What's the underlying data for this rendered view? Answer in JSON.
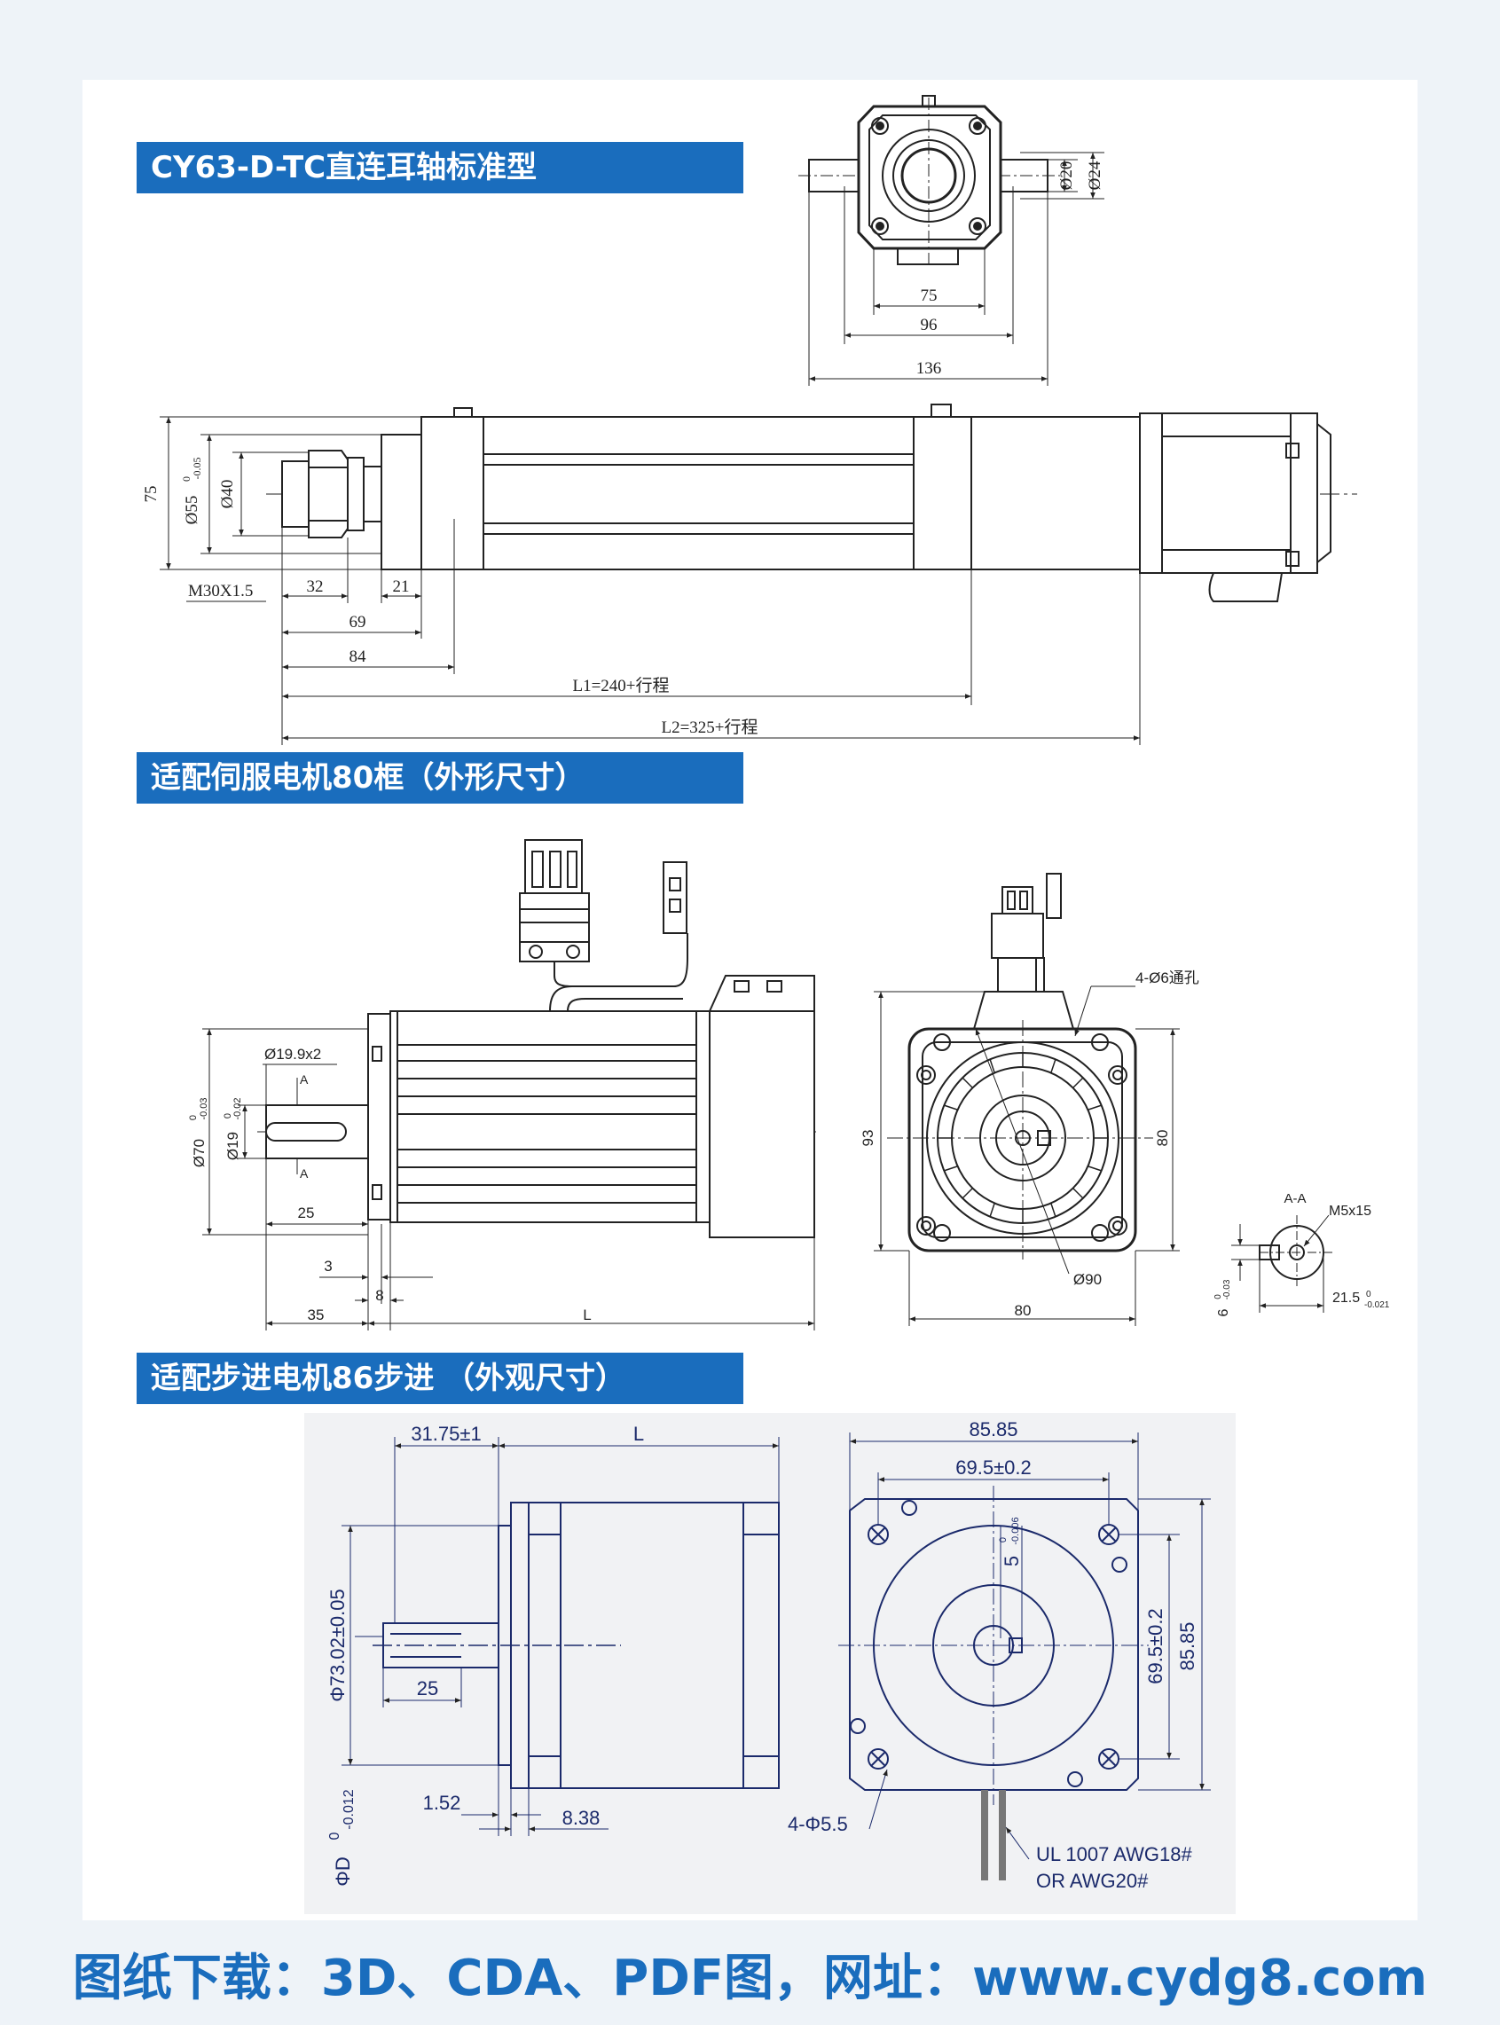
{
  "sections": {
    "s1_title": "CY63-D-TC直连耳轴标准型",
    "s2_title": "适配伺服电机80框（外形尺寸）",
    "s3_title": "适配步进电机86步进 （外观尺寸）"
  },
  "drawing1": {
    "d_20": "Ø20",
    "d_24": "Ø24",
    "w75": "75",
    "w96": "96",
    "w136": "136",
    "h75": "75",
    "d55": "Ø55",
    "d55_tol_up": "0",
    "d55_tol_low": "-0.05",
    "d40": "Ø40",
    "thread": "M30X1.5",
    "l32": "32",
    "l21": "21",
    "l69": "69",
    "l84": "84",
    "L1": "L1=240+行程",
    "L2": "L2=325+行程"
  },
  "drawing2": {
    "shaft_d": "Ø19.9x2",
    "sec_a": "A",
    "d70": "Ø70",
    "d70_tol_up": "0",
    "d70_tol_low": "-0.03",
    "d19": "Ø19",
    "d19_tol_up": "0",
    "d19_tol_low": "-0.02",
    "l25": "25",
    "l3": "3",
    "l8": "8",
    "l35": "35",
    "lL": "L",
    "holes": "4-Ø6通孔",
    "h93": "93",
    "h80": "80",
    "w80": "80",
    "d90": "Ø90",
    "aa": "A-A",
    "m5": "M5x15",
    "k6": "6",
    "k6_tol_up": "0",
    "k6_tol_low": "-0.03",
    "k21": "21.5",
    "k21_tol_up": "0",
    "k21_tol_low": "-0.021"
  },
  "drawing3": {
    "l3175": "31.75±1",
    "lL": "L",
    "d7302": "Φ73.02±0.05",
    "l25": "25",
    "l152": "1.52",
    "l838": "8.38",
    "dD": "ΦD",
    "dD_tol_up": "0",
    "dD_tol_low": "-0.012",
    "w8585": "85.85",
    "w695": "69.5±0.2",
    "k5": "5",
    "k5_tol_up": "0",
    "k5_tol_low": "-0.006",
    "h695": "69.5±0.2",
    "h8585": "85.85",
    "holes": "4-Φ5.5",
    "cable1": "UL 1007 AWG18#",
    "cable2": "OR AWG20#"
  },
  "footer": {
    "text": "图纸下载：3D、CDA、PDF图，网址：www.cydg8.com"
  },
  "colors": {
    "header_bg": "#1a6dbd",
    "footer_text": "#1a6dbd",
    "page_bg": "#eef3f8",
    "line": "#222222",
    "stepper_panel": "#f1f2f4"
  }
}
